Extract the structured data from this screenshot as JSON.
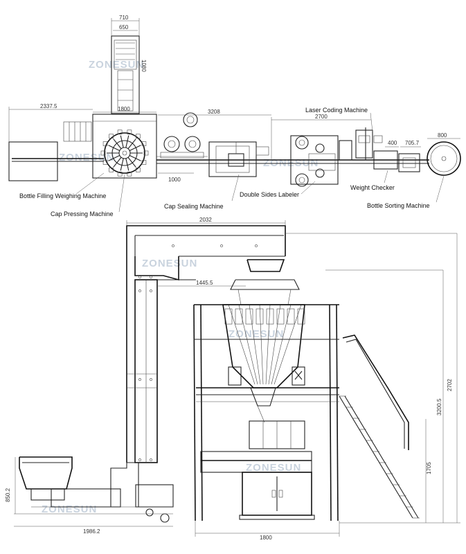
{
  "labels": {
    "bottle_filling_weighing": "Bottle Filling Weighing Machine",
    "cap_pressing": "Cap Pressing Machine",
    "cap_sealing": "Cap Sealing Machine",
    "double_sides_labeler": "Double Sides Labeler",
    "laser_coding": "Laser Coding Machine",
    "weight_checker": "Weight Checker",
    "bottle_sorting": "Bottle Sorting Machine"
  },
  "dimensions": {
    "top_w710": "710",
    "top_w650": "650",
    "top_h1080": "1080",
    "d2337": "2337.5",
    "d1800_top": "1800",
    "d3208": "3208",
    "d2700": "2700",
    "d1000": "1000",
    "d400": "400",
    "d705": "705.7",
    "d800": "800",
    "d2032": "2032",
    "d1445": "1445.5",
    "d2702": "2702",
    "d3200": "3200.5",
    "d1705": "1705",
    "d850": "850.2",
    "d1986": "1986.2",
    "d1800_bottom": "1800"
  },
  "watermark": "ZONESUN"
}
